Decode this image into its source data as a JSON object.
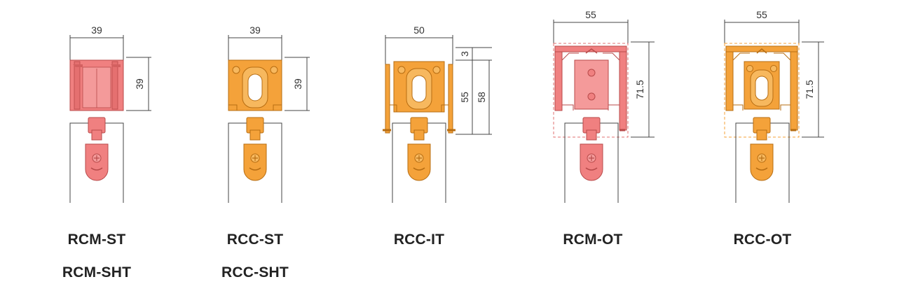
{
  "colors": {
    "pink": "#f08080",
    "pink_dark": "#b84a4a",
    "orange": "#f4a23a",
    "orange_dark": "#b76d12",
    "line": "#444444"
  },
  "products": [
    {
      "labels": [
        "RCM-ST",
        "RCM-SHT"
      ],
      "width_dim": "39",
      "height_dims": [
        "39"
      ],
      "color": "pink"
    },
    {
      "labels": [
        "RCC-ST",
        "RCC-SHT"
      ],
      "width_dim": "39",
      "height_dims": [
        "39"
      ],
      "color": "orange"
    },
    {
      "labels": [
        "RCC-IT"
      ],
      "width_dim": "50",
      "height_dims": [
        "3",
        "55",
        "58"
      ],
      "color": "orange"
    },
    {
      "labels": [
        "RCM-OT"
      ],
      "width_dim": "55",
      "height_dims": [
        "71.5"
      ],
      "color": "pink"
    },
    {
      "labels": [
        "RCC-OT"
      ],
      "width_dim": "55",
      "height_dims": [
        "71.5"
      ],
      "color": "orange"
    }
  ]
}
